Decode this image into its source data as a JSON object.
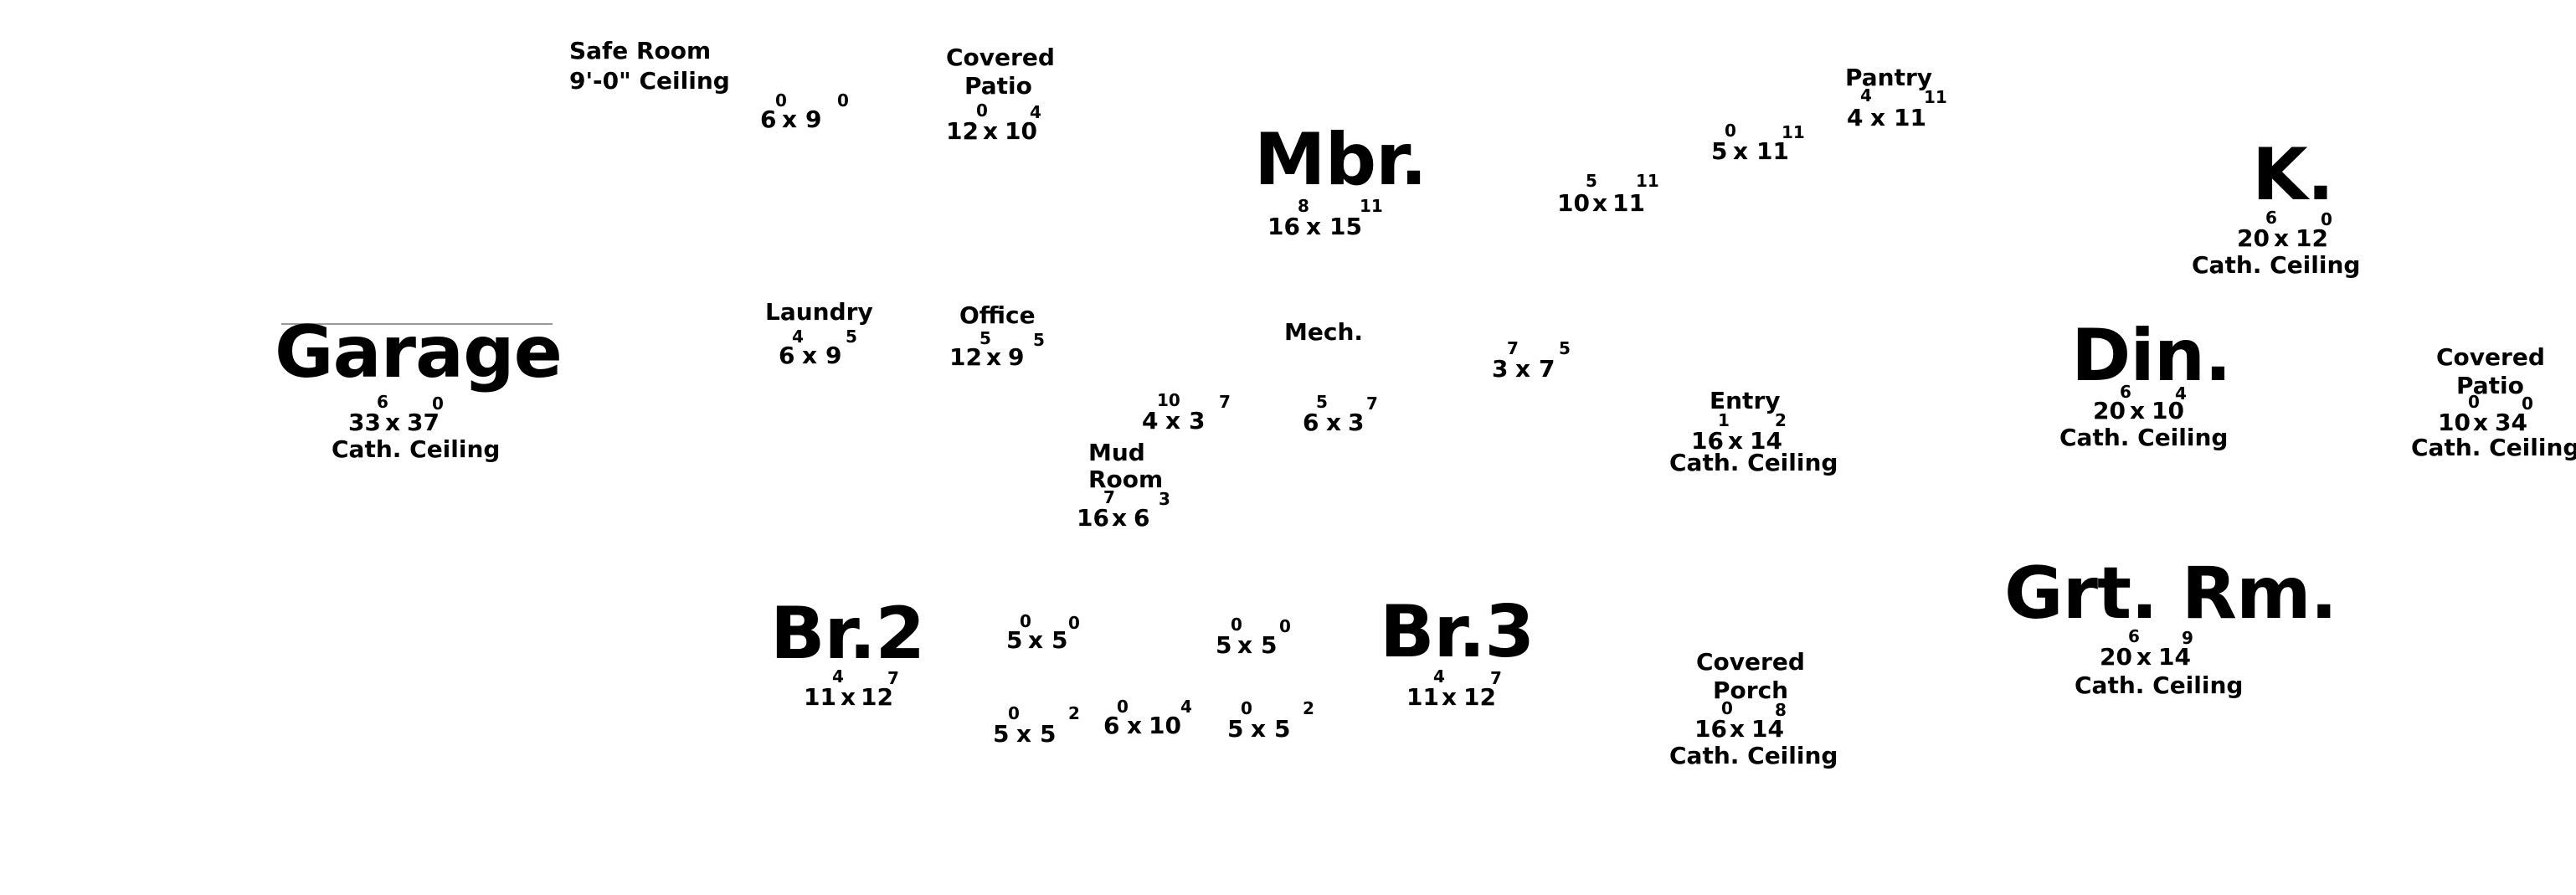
{
  "colors": {
    "text": "#000000",
    "background": "#ffffff",
    "rule": "#9a9a9a"
  },
  "rooms": {
    "safe_room": {
      "name": "Safe Room",
      "ceiling": "9'-0\" Ceiling"
    },
    "safe_room_closet": {
      "w": "6",
      "w_in": "0",
      "d": "9",
      "d_in": "0"
    },
    "covered_patio_top": {
      "line1": "Covered",
      "line2": "Patio",
      "w": "12",
      "w_in": "0",
      "d": "10",
      "d_in": "4"
    },
    "mbr": {
      "name": "Mbr.",
      "w": "16",
      "w_in": "8",
      "d": "15",
      "d_in": "11"
    },
    "closet_10x11": {
      "w": "10",
      "w_in": "5",
      "d": "11",
      "d_in": "11"
    },
    "closet_5x11": {
      "w": "5",
      "w_in": "0",
      "d": "11",
      "d_in": "11"
    },
    "pantry": {
      "name": "Pantry",
      "w": "4",
      "w_in": "4",
      "d": "11",
      "d_in": "11"
    },
    "kitchen": {
      "name": "K.",
      "w": "20",
      "w_in": "6",
      "d": "12",
      "d_in": "0",
      "ceiling": "Cath. Ceiling"
    },
    "garage": {
      "name": "Garage",
      "w": "33",
      "w_in": "6",
      "d": "37",
      "d_in": "0",
      "ceiling": "Cath. Ceiling"
    },
    "laundry": {
      "name": "Laundry",
      "w": "6",
      "w_in": "4",
      "d": "9",
      "d_in": "5"
    },
    "office": {
      "name": "Office",
      "w": "12",
      "w_in": "5",
      "d": "9",
      "d_in": "5"
    },
    "mech": {
      "name": "Mech."
    },
    "closet_4x3": {
      "w": "4",
      "w_in": "10",
      "d": "3",
      "d_in": "7"
    },
    "closet_6x3": {
      "w": "6",
      "w_in": "5",
      "d": "3",
      "d_in": "7"
    },
    "closet_3x7": {
      "w": "3",
      "w_in": "7",
      "d": "7",
      "d_in": "5"
    },
    "entry": {
      "name": "Entry",
      "w": "16",
      "w_in": "1",
      "d": "14",
      "d_in": "2",
      "ceiling": "Cath. Ceiling"
    },
    "dining": {
      "name": "Din.",
      "w": "20",
      "w_in": "6",
      "d": "10",
      "d_in": "4",
      "ceiling": "Cath. Ceiling"
    },
    "covered_patio_right": {
      "line1": "Covered",
      "line2": "Patio",
      "w": "10",
      "w_in": "0",
      "d": "34",
      "d_in": "0",
      "ceiling": "Cath. Ceiling"
    },
    "mud_room": {
      "line1": "Mud",
      "line2": "Room",
      "w": "16",
      "w_in": "7",
      "d": "6",
      "d_in": "3"
    },
    "br2": {
      "name": "Br.2",
      "w": "11",
      "w_in": "4",
      "d": "12",
      "d_in": "7"
    },
    "bath_a": {
      "w": "5",
      "w_in": "0",
      "d": "5",
      "d_in": "0"
    },
    "bath_b": {
      "w": "5",
      "w_in": "0",
      "d": "5",
      "d_in": "0"
    },
    "closet_5x5_a": {
      "w": "5",
      "w_in": "0",
      "d": "5",
      "d_in": "2"
    },
    "hall_6x10": {
      "w": "6",
      "w_in": "0",
      "d": "10",
      "d_in": "4"
    },
    "closet_5x5_b": {
      "w": "5",
      "w_in": "0",
      "d": "5",
      "d_in": "2"
    },
    "br3": {
      "name": "Br.3",
      "w": "11",
      "w_in": "4",
      "d": "12",
      "d_in": "7"
    },
    "covered_porch": {
      "line1": "Covered",
      "line2": "Porch",
      "w": "16",
      "w_in": "0",
      "d": "14",
      "d_in": "8",
      "ceiling": "Cath. Ceiling"
    },
    "great_room": {
      "name": "Grt. Rm.",
      "w": "20",
      "w_in": "6",
      "d": "14",
      "d_in": "9",
      "ceiling": "Cath. Ceiling"
    }
  }
}
